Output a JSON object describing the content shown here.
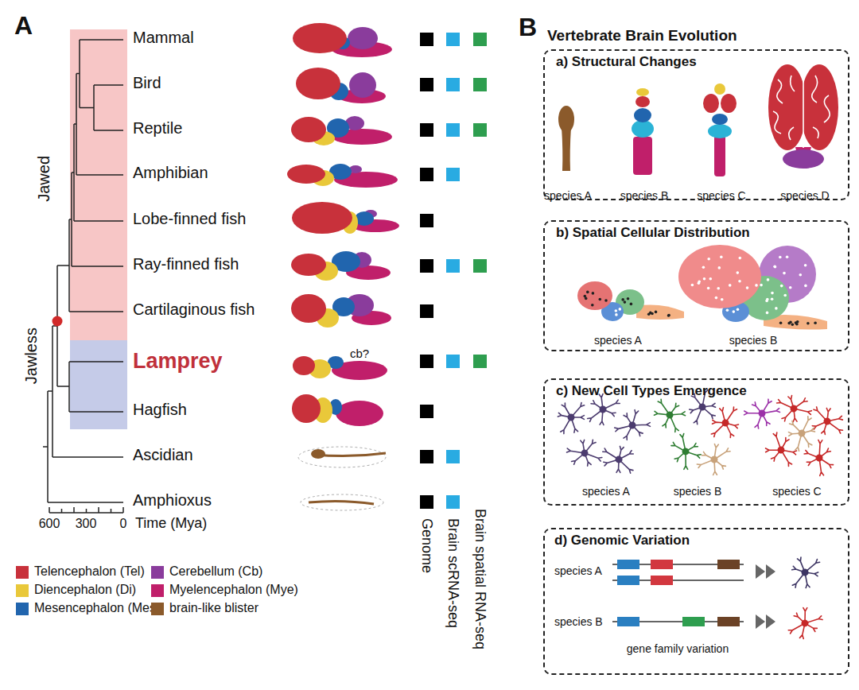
{
  "diagram": {
    "nodes": [
      {
        "text": [
          "a) Structural Changes",
          "species A",
          "species B",
          "species C",
          "species D"
        ]
      },
      {
        "text": [
          "b) Spatial Cellular Distribution",
          "species A",
          "species B"
        ]
      },
      {
        "text": [
          "c) New Cell Types Emergence",
          "species A",
          "species B",
          "species C"
        ]
      },
      {
        "text": [
          "d) Genomic Variation",
          "species A",
          "species B",
          "gene family variation"
        ]
      }
    ],
    "labels": [
      "A",
      "Mammal",
      "Bird",
      "Reptile",
      "Amphibian",
      "Lobe-finned fish",
      "Ray-finned fish",
      "Cartilaginous fish",
      "Lamprey",
      "Hagfish",
      "Ascidian",
      "Amphioxus",
      "Jawed",
      "Jawless",
      "cb?",
      "600",
      "300",
      "0",
      "Time (Mya)",
      "Genome",
      "Brain scRNA-seq",
      "Brain spatial RNA-seq",
      "B",
      "Vertebrate Brain Evolution"
    ],
    "legend": [
      {
        "text": "Telencephalon (Tel)",
        "color": "#c8313b"
      },
      {
        "text": "Diencephalon (Di)",
        "color": "#e9c83a"
      },
      {
        "text": "Mesencephalon (Mes)",
        "color": "#2165ae"
      },
      {
        "text": "Cerebellum (Cb)",
        "color": "#8a3c9c"
      },
      {
        "text": "Myelencephalon (Mye)",
        "color": "#c01f6a"
      },
      {
        "text": "brain-like blister",
        "color": "#8b5a2b"
      }
    ]
  }
}
